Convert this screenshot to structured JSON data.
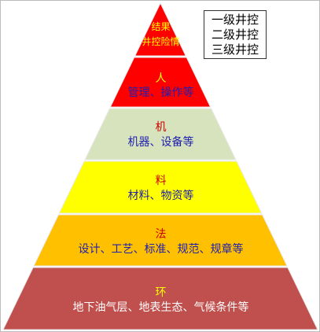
{
  "tiers": [
    {
      "title": "结果",
      "desc": "井控险情",
      "fill": "#ff0000",
      "titleColor": "#ffff00",
      "descColor": "#ffff00"
    },
    {
      "title": "人",
      "desc": "管理、操作等",
      "fill": "#ff0000",
      "titleColor": "#ffff00",
      "descColor": "#1f1fb0"
    },
    {
      "title": "机",
      "desc": "机器、设备等",
      "fill": "#d6e3bc",
      "titleColor": "#cc0000",
      "descColor": "#1f1fb0"
    },
    {
      "title": "料",
      "desc": "材料、物资等",
      "fill": "#ffff00",
      "titleColor": "#cc0000",
      "descColor": "#1f1fb0"
    },
    {
      "title": "法",
      "desc": "设计、工艺、标准、规范、规章等",
      "fill": "#ffc000",
      "titleColor": "#cc0000",
      "descColor": "#1f1fb0"
    },
    {
      "title": "环",
      "desc": "地下油气层、地表生态、气候条件等",
      "fill": "#c0504d",
      "titleColor": "#ffff00",
      "descColor": "#ffffff"
    }
  ],
  "legend": {
    "items": [
      "一级井控",
      "二级井控",
      "三级井控"
    ]
  }
}
